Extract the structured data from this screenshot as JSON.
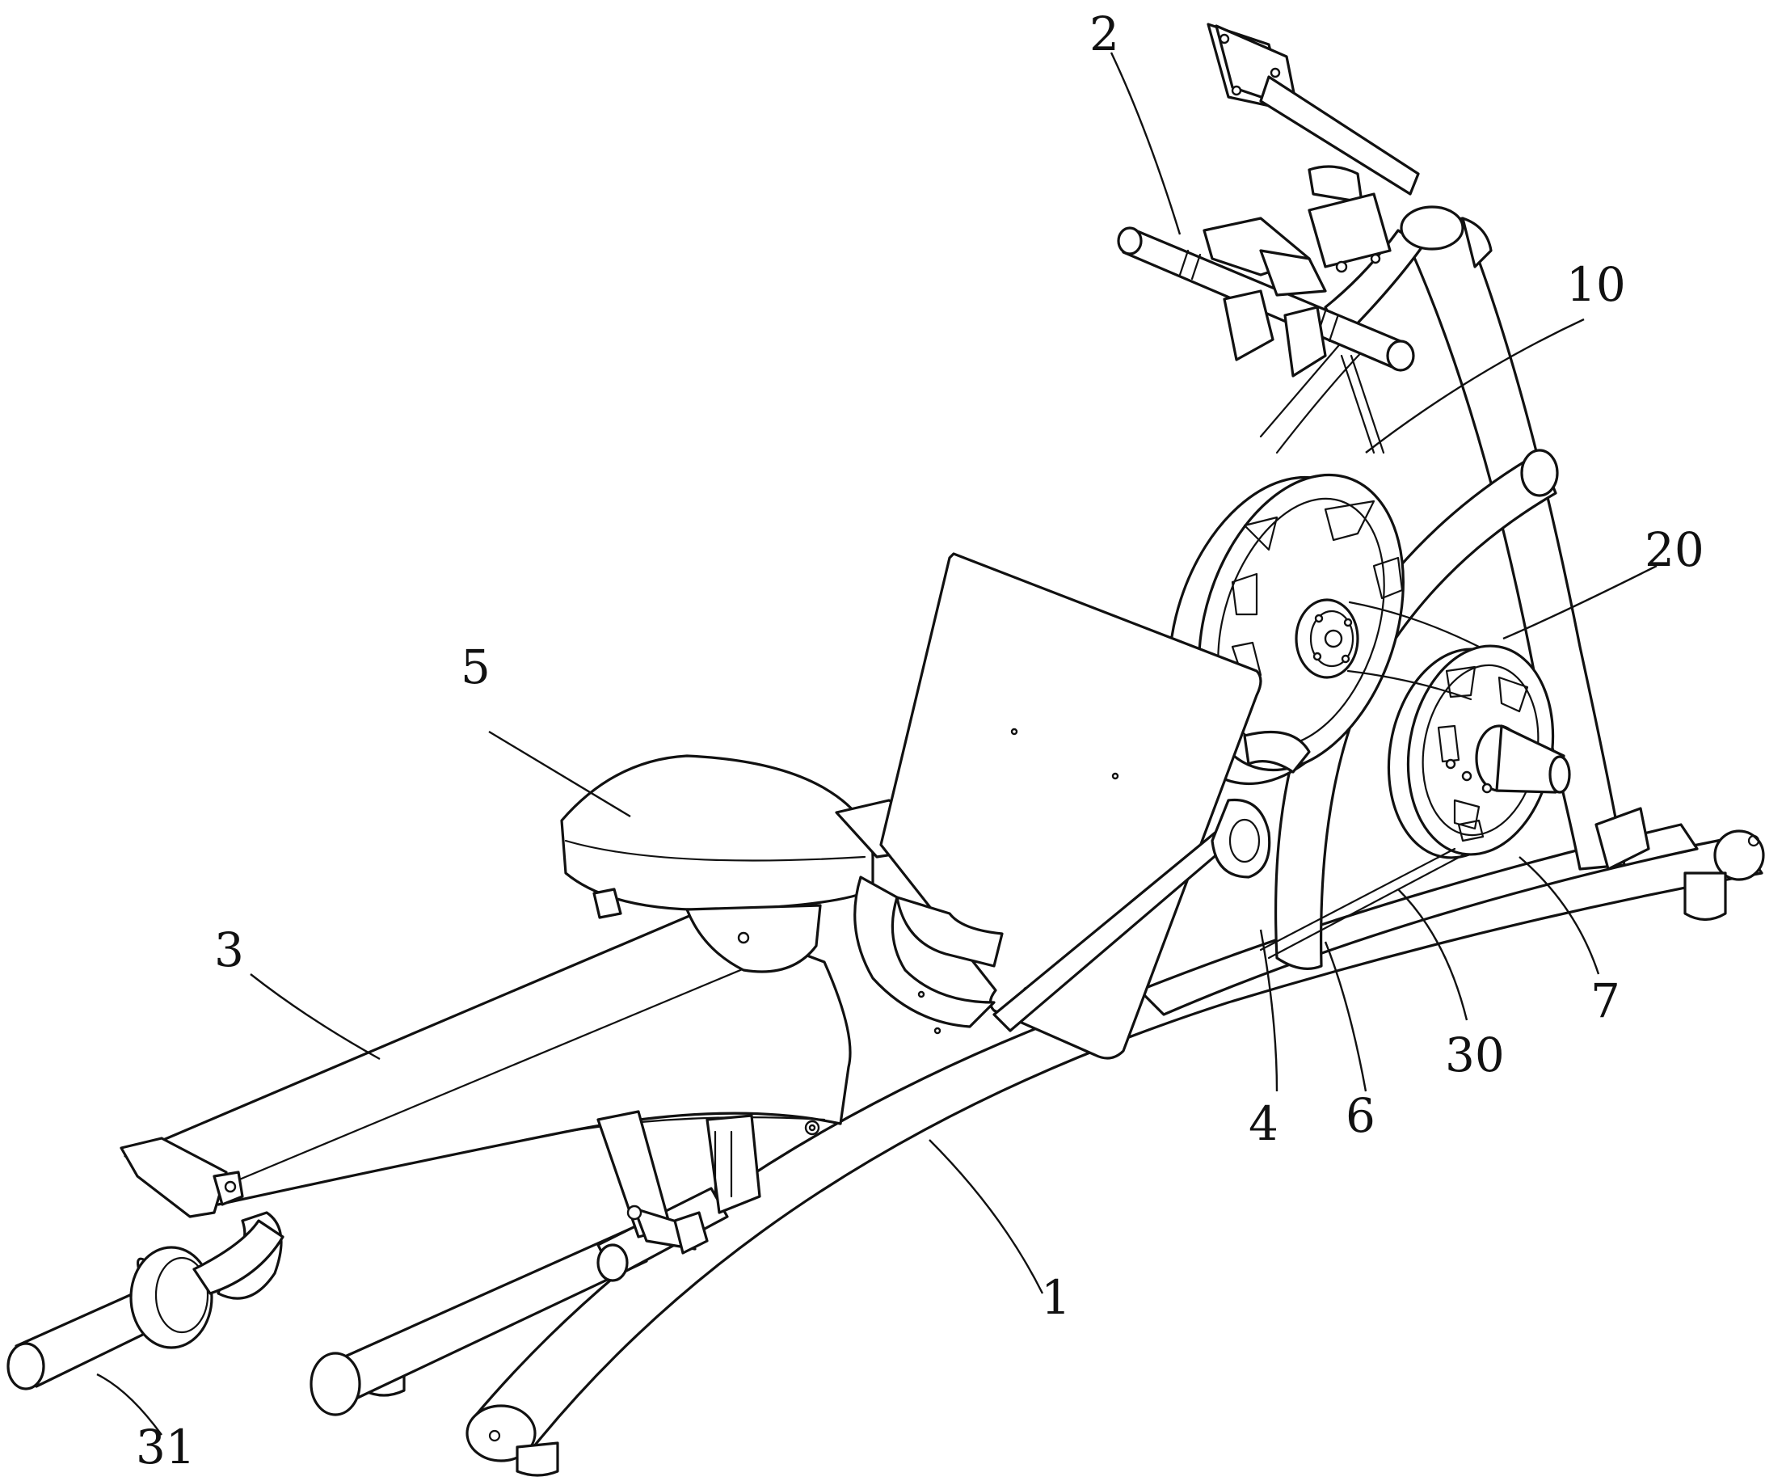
{
  "diagram": {
    "type": "patent-line-drawing",
    "subject": "exercise machine",
    "line_color": "#111111",
    "background": "#ffffff"
  },
  "callouts": {
    "c1": "1",
    "c2": "2",
    "c3": "3",
    "c4": "4",
    "c5": "5",
    "c6": "6",
    "c7": "7",
    "c10": "10",
    "c20": "20",
    "c30": "30",
    "c31": "31"
  }
}
